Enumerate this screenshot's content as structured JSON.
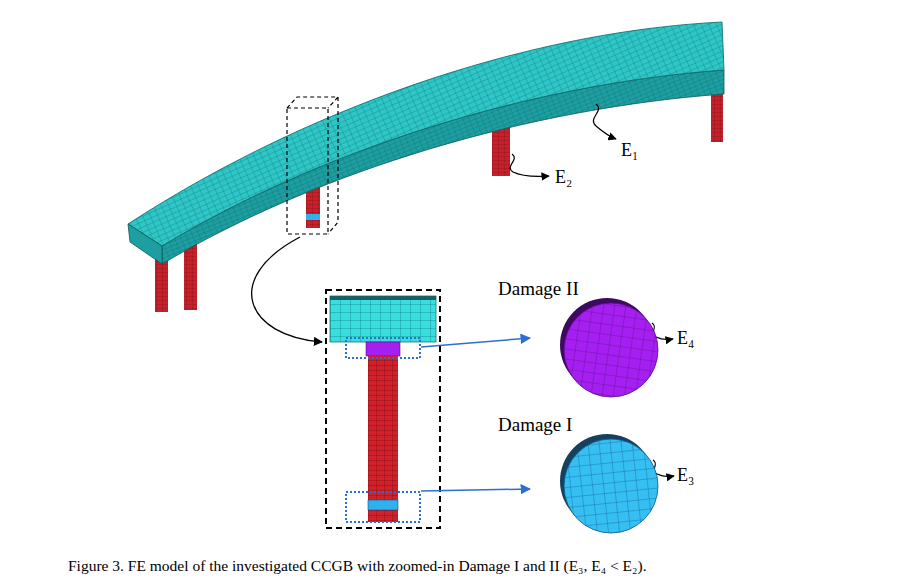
{
  "diagram": {
    "caption": "Figure 3. FE model of the investigated CCGB with zoomed-in Damage I and II (E₃, E₄ < E₂).",
    "nodes": [
      {
        "text": [
          "Damage II"
        ]
      },
      {
        "text": [
          "Damage I"
        ]
      }
    ],
    "labels": [
      "E₁",
      "E₂",
      "E₄",
      "E₃"
    ]
  }
}
